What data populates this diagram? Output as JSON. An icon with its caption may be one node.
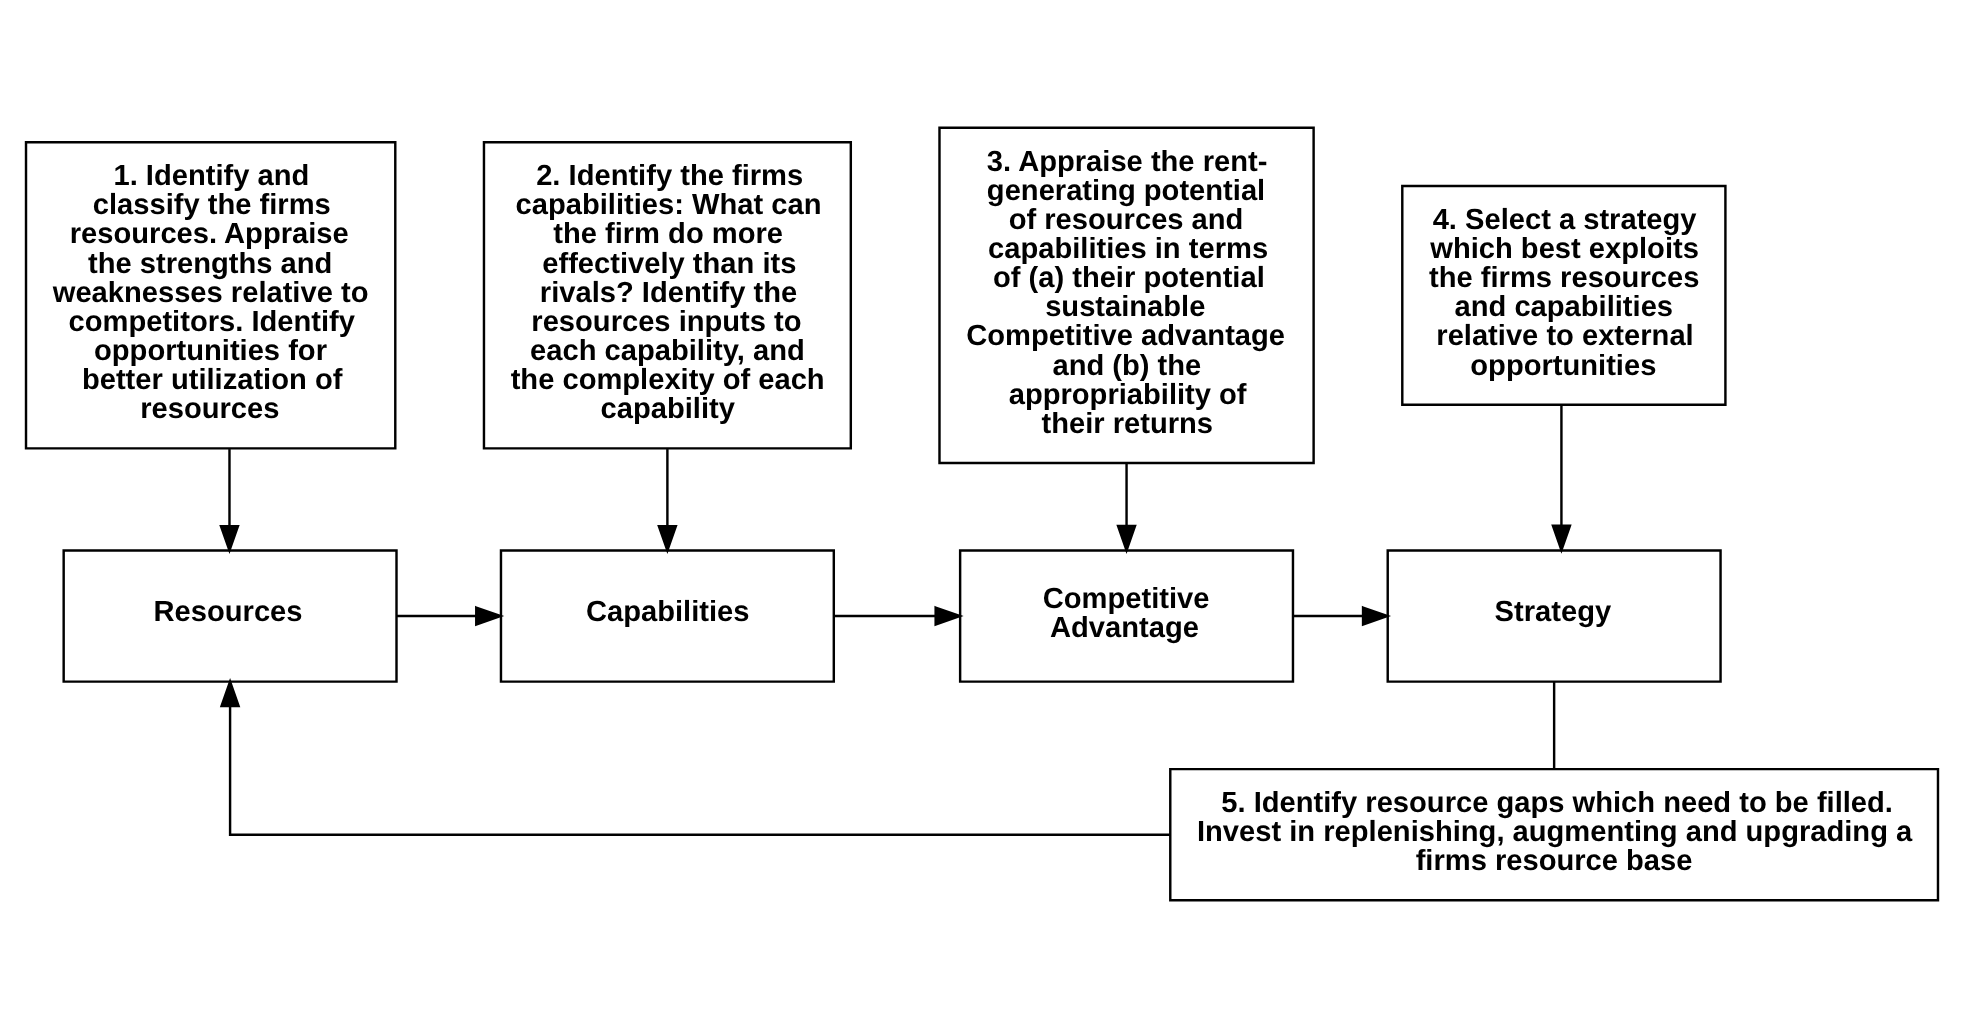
{
  "diagram": {
    "nodes": [
      {
        "text": [
          "1. Identify and classify the firms resources. Appraise the strengths and weaknesses relative to competitors. Identify opportunities for better utilization of resources"
        ]
      },
      {
        "text": [
          "2. Identify the firms capabilities: What can the firm do more effectively than its rivals? Identify the resources inputs to each capability, and the complexity of each capability"
        ]
      },
      {
        "text": [
          "3. Appraise the rent-generating potential of resources and capabilities in terms of (a) their potential sustainable Competitive advantage and (b) the appropriability of their returns"
        ]
      },
      {
        "text": [
          "4. Select a strategy which best exploits the firms resources and capabilities relative to external opportunities"
        ]
      },
      {
        "text": [
          "Resources"
        ]
      },
      {
        "text": [
          "Capabilities"
        ]
      },
      {
        "text": [
          "Competitive Advantage"
        ]
      },
      {
        "text": [
          "Strategy"
        ]
      },
      {
        "text": [
          "5. Identify resource gaps which need to be filled. Invest in replenishing, augmenting and upgrading a firms resource base"
        ]
      }
    ],
    "edges": [
      {
        "from": 0,
        "to": 4,
        "arrow": "to"
      },
      {
        "from": 1,
        "to": 5,
        "arrow": "to"
      },
      {
        "from": 2,
        "to": 6,
        "arrow": "to"
      },
      {
        "from": 3,
        "to": 7,
        "arrow": "to"
      },
      {
        "from": 4,
        "to": 5,
        "arrow": "to"
      },
      {
        "from": 5,
        "to": 6,
        "arrow": "to"
      },
      {
        "from": 6,
        "to": 7,
        "arrow": "to"
      },
      {
        "from": 7,
        "to": 8,
        "arrow": "none"
      },
      {
        "from": 8,
        "to": 4,
        "arrow": "to"
      }
    ]
  }
}
